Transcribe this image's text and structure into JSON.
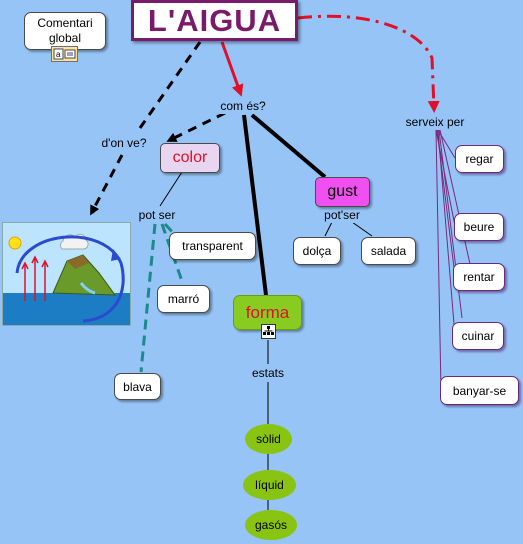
{
  "title": "L'AIGUA",
  "comment": "Comentari\nglobal",
  "links": {
    "com_es": "com és?",
    "don_ve": "d'on ve?",
    "serveix_per": "serveix per",
    "pot_ser_color": "pot ser",
    "pot_ser_gust": "pot'ser",
    "estats": "estats"
  },
  "concepts": {
    "color": "color",
    "gust": "gust",
    "forma": "forma"
  },
  "colors_list": [
    "transparent",
    "marró",
    "blava"
  ],
  "flavors": [
    "dolça",
    "salada"
  ],
  "states": [
    "sòlid",
    "líquid",
    "gasós"
  ],
  "uses": [
    "regar",
    "beure",
    "rentar",
    "cuinar",
    "banyar-se"
  ]
}
